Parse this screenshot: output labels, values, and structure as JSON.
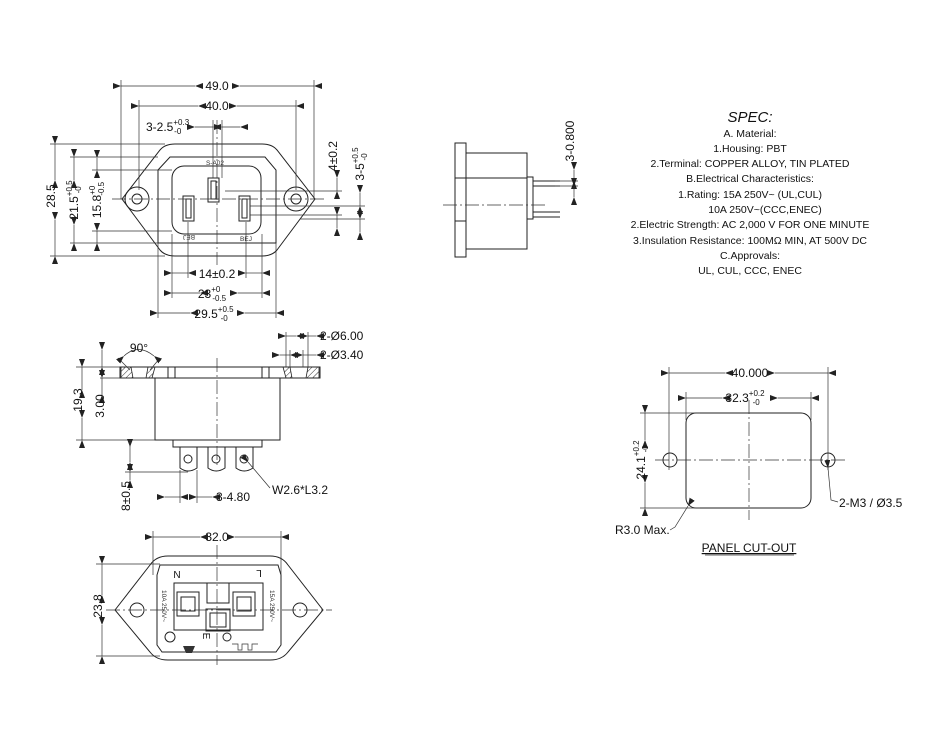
{
  "top_view": {
    "dim_overall_width": "49.0",
    "dim_hole_spacing": "40.0",
    "dim_pin_width": "3-2.5",
    "dim_pin_width_tol_upper": "+0.3",
    "dim_pin_width_tol_lower": "-0",
    "dim_overall_height": "28.5",
    "dim_body_height": "21.5",
    "dim_body_height_tol_upper": "+0.5",
    "dim_body_height_tol_lower": "-0",
    "dim_socket_height": "15.8",
    "dim_socket_height_tol_upper": "+0",
    "dim_socket_height_tol_lower": "-0.5",
    "dim_pin_offset": "4±0.2",
    "dim_hole_dia": "3-5",
    "dim_hole_dia_tol_upper": "+0.5",
    "dim_hole_dia_tol_lower": "-0",
    "dim_pin_spacing": "14±0.2",
    "dim_socket_width": "23",
    "dim_socket_width_tol_upper": "+0",
    "dim_socket_width_tol_lower": "-0.5",
    "dim_body_width": "29.5",
    "dim_body_width_tol_upper": "+0.5",
    "dim_body_width_tol_lower": "-0",
    "mark_model": "S-A02",
    "mark_left": "BEJ",
    "mark_right": "BEJ"
  },
  "side_view": {
    "dim_pin_thickness": "3-0.800"
  },
  "front_view": {
    "dim_angle": "90°",
    "dim_counterbore": "2-Ø6.00",
    "dim_hole": "2-Ø3.40",
    "dim_total_height": "19.3",
    "dim_flange": "3.00",
    "dim_terminal_length": "8±0.5",
    "dim_terminal_width": "3-4.80",
    "dim_terminal_hole": "W2.6*L3.2"
  },
  "bottom_view": {
    "dim_width": "32.0",
    "dim_height": "23.8",
    "label_neutral": "N",
    "label_line": "L",
    "label_earth": "E",
    "rating_left": "10A 250V~",
    "rating_right": "15A 250V~"
  },
  "spec": {
    "title": "SPEC:",
    "lines": [
      "A. Material:",
      "1.Housing: PBT",
      "2.Terminal: COPPER ALLOY, TIN PLATED",
      "B.Electrical Characteristics:",
      "1.Rating:  15A 250V~ (UL,CUL)",
      "10A 250V~(CCC,ENEC)",
      "2.Electric Strength: AC 2,000 V FOR ONE MINUTE",
      "3.Insulation Resistance: 100MΩ MIN, AT 500V DC",
      "C.Approvals:",
      "UL, CUL, CCC, ENEC"
    ]
  },
  "panel_cutout": {
    "title": "PANEL CUT-OUT",
    "dim_hole_spacing": "40.000",
    "dim_width": "32.3",
    "dim_width_tol_upper": "+0.2",
    "dim_width_tol_lower": "-0",
    "dim_height": "24.1",
    "dim_height_tol_upper": "+0.2",
    "dim_height_tol_lower": "-0",
    "dim_holes": "2-M3 / Ø3.5",
    "dim_radius": "R3.0 Max."
  }
}
